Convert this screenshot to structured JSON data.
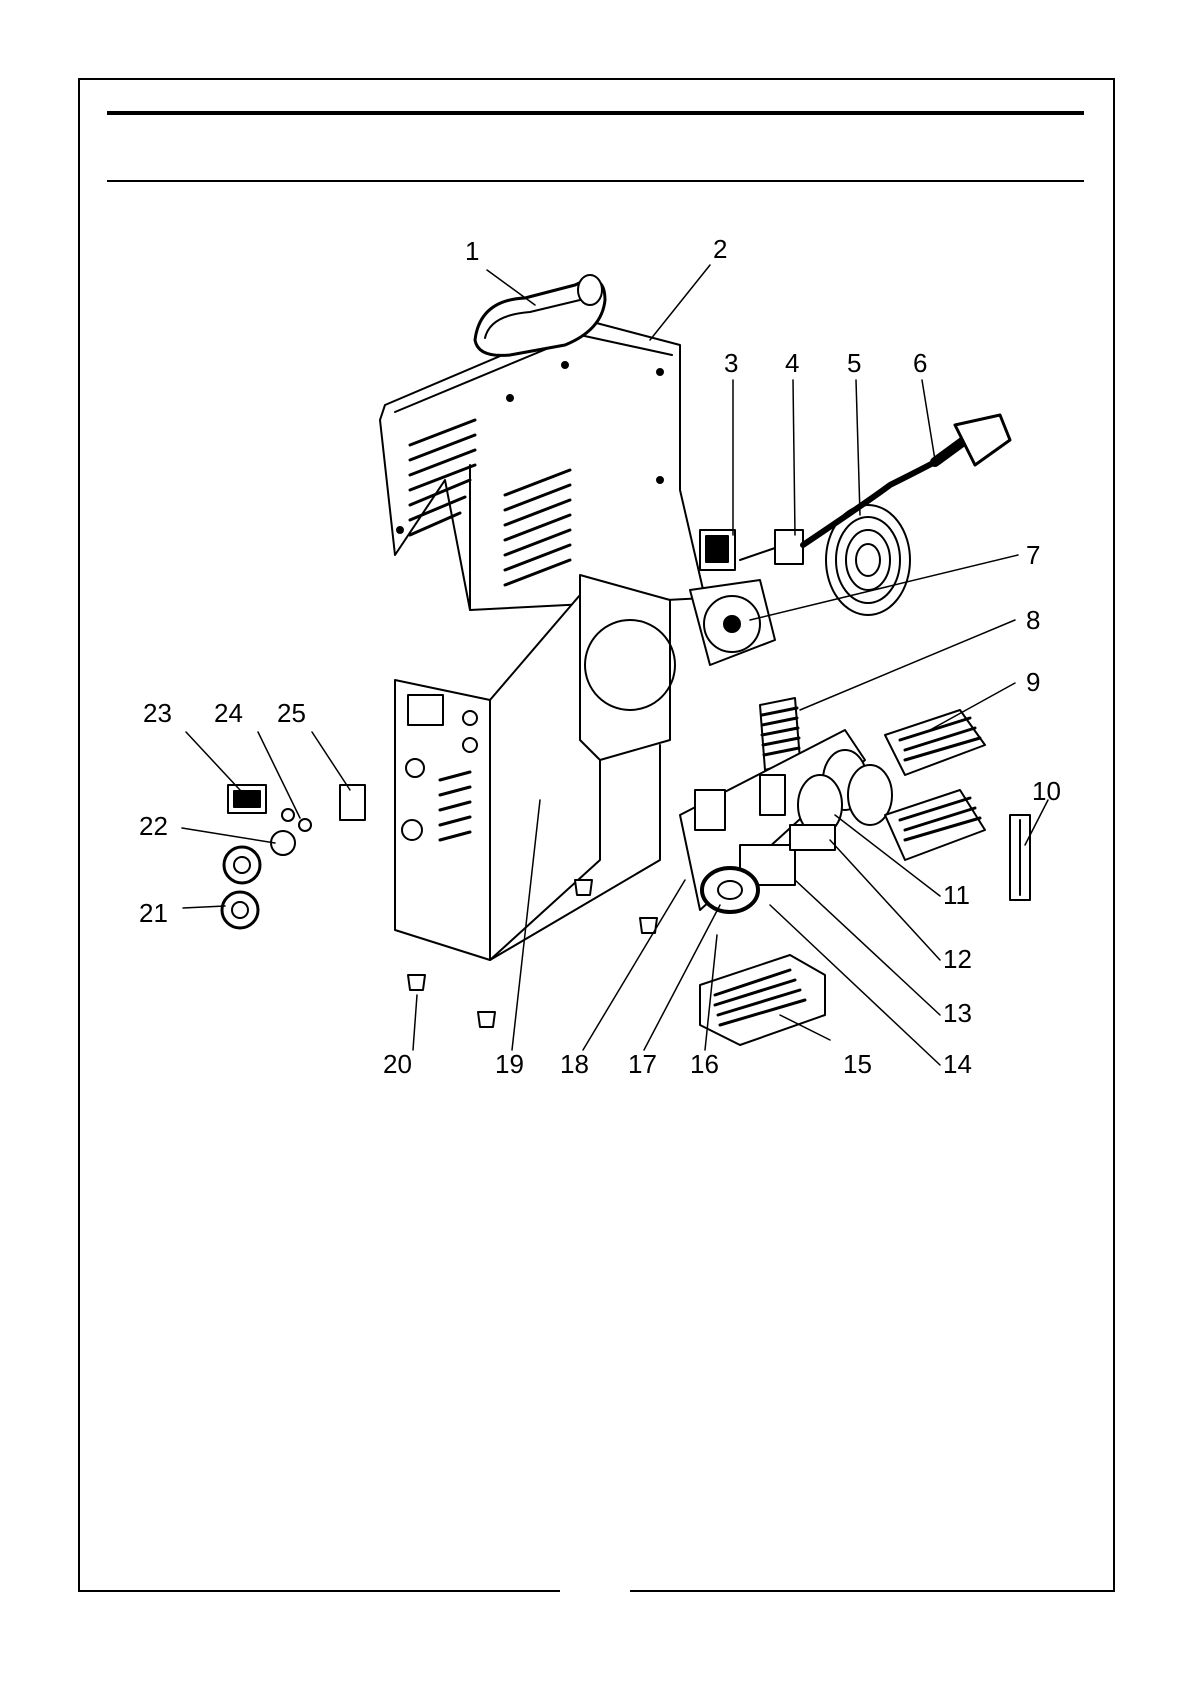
{
  "diagram": {
    "type": "exploded-parts-view",
    "part_labels": [
      "1",
      "2",
      "3",
      "4",
      "5",
      "6",
      "7",
      "8",
      "9",
      "10",
      "11",
      "12",
      "13",
      "14",
      "15",
      "16",
      "17",
      "18",
      "19",
      "20",
      "21",
      "22",
      "23",
      "24",
      "25"
    ]
  },
  "colors": {
    "ink": "#000000",
    "paper": "#ffffff"
  }
}
